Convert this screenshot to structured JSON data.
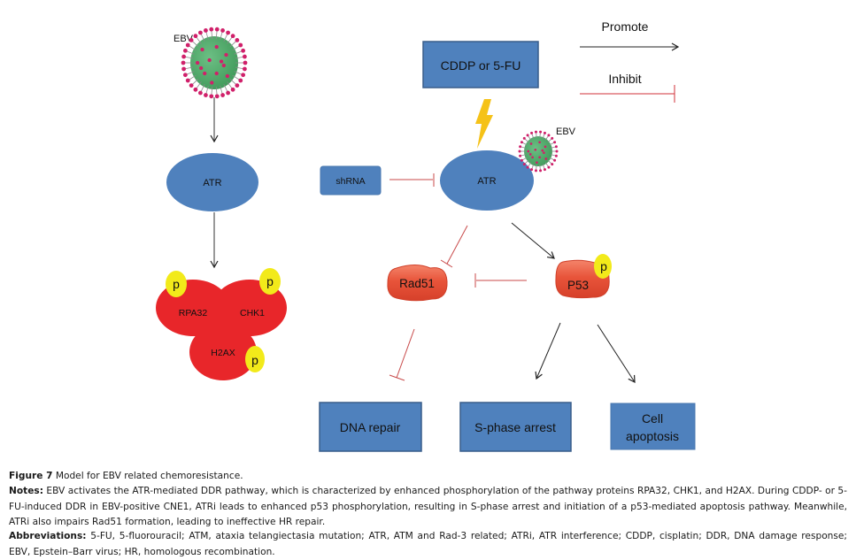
{
  "diagram": {
    "legend": {
      "promote_label": "Promote",
      "inhibit_label": "Inhibit"
    },
    "colors": {
      "box_blue": "#4F81BD",
      "box_border": "#385D8A",
      "complex_red": "#E8262A",
      "phospho_yellow": "#F2EA1A",
      "protein_orange": "#E8543A",
      "virus_green": "#4FA86A",
      "virus_spike": "#D0206A",
      "bolt_yellow": "#F5C218",
      "inhibit_red": "#D0484A",
      "arrow_black": "#222222"
    },
    "left_pathway": {
      "virus_label": "EBV",
      "atr_label": "ATR",
      "proteins": [
        "RPA32",
        "CHK1",
        "H2AX"
      ],
      "phospho_label": "p"
    },
    "right_pathway": {
      "drug_box": "CDDP or 5-FU",
      "shrna_box": "shRNA",
      "atr_label": "ATR",
      "virus_label": "EBV",
      "rad51_label": "Rad51",
      "p53_label": "P53",
      "phospho_label": "p",
      "outcomes": [
        "DNA repair",
        "S-phase arrest",
        "Cell apoptosis"
      ],
      "outcome_lines": [
        [
          "DNA repair"
        ],
        [
          "S-phase arrest"
        ],
        [
          "Cell",
          "apoptosis"
        ]
      ]
    }
  },
  "caption": {
    "figure_label": "Figure 7",
    "figure_title": " Model for EBV related  chemoresistance.",
    "notes_label": "Notes:",
    "notes_text": " EBV activates the ATR-mediated DDR pathway, which is characterized by enhanced phosphorylation of the pathway proteins RPA32, CHK1, and H2AX. During CDDP- or 5-FU-induced DDR in EBV-positive CNE1, ATRi leads to enhanced p53 phosphorylation, resulting in S-phase arrest and initiation of a p53-mediated apoptosis pathway. Meanwhile, ATRi also impairs Rad51 formation, leading to ineffective HR repair.",
    "abbr_label": "Abbreviations:",
    "abbr_text": " 5-FU, 5-fluorouracil; ATM, ataxia telangiectasia mutation; ATR, ATM and Rad-3 related; ATRi, ATR interference; CDDP, cisplatin; DDR, DNA damage response; EBV, Epstein–Barr virus; HR, homologous recombination."
  }
}
